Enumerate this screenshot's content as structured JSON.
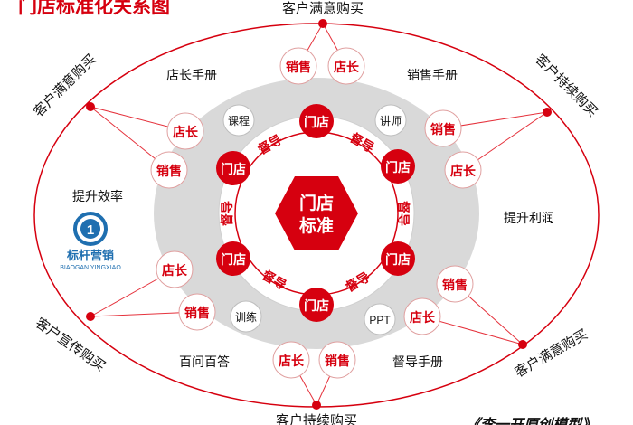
{
  "title": "门店标准化关系图",
  "colors": {
    "red": "#d6000f",
    "dark_red": "#b5000c",
    "ring_gray": "#d9d9d9",
    "line_red": "#e5323c",
    "text": "#111111",
    "logo_blue": "#1f6fb0"
  },
  "outer_labels": {
    "top": "客户满意购买",
    "top_right": "客户持续购买",
    "bottom_right": "客户满意购买",
    "bottom": "客户持续购买",
    "bottom_left": "客户宣传购买",
    "top_left": "客户满意购买"
  },
  "zone_labels": {
    "store_manual": "店长手册",
    "sales_manual": "销售手册",
    "efficiency": "提升效率",
    "profit": "提升利润",
    "qa": "百问百答",
    "supervisor_manual": "督导手册"
  },
  "badges": {
    "sales": "销售",
    "manager": "店长",
    "course": "课程",
    "lecturer": "讲师",
    "drill": "训练",
    "ppt": "PPT"
  },
  "inner": {
    "store": "门店",
    "supervise": "督导",
    "center_line1": "门店",
    "center_line2": "标准"
  },
  "logo": {
    "name": "标杆营销",
    "pinyin": "BIAOGAN YINGXIAO",
    "digit": "1"
  },
  "footer": "《李一开原创模型》"
}
